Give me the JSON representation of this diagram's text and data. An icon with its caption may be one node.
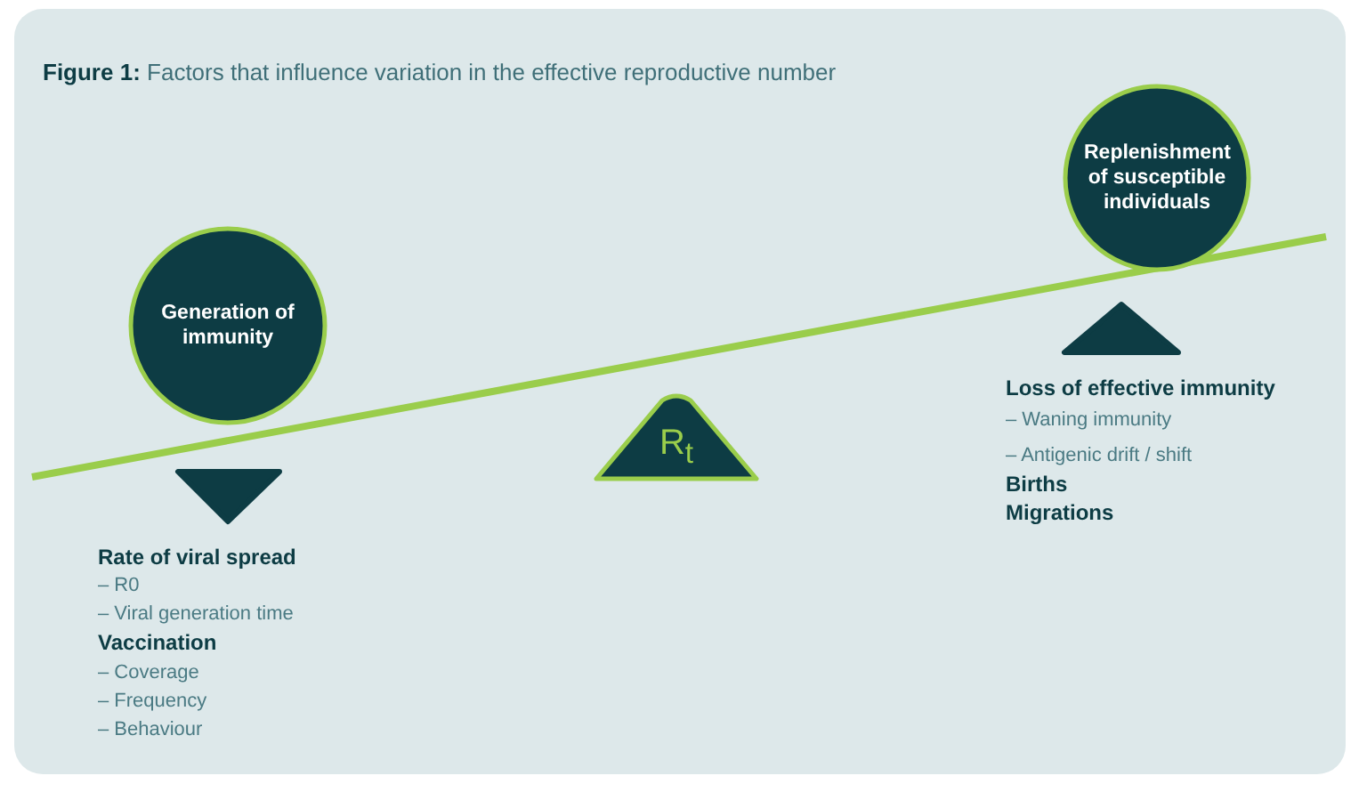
{
  "diagram": {
    "title": "**Figure 1:** Factors that influence variation in the effective reproductive number",
    "nodes": [
      {
        "text": [
          "Generation of immunity"
        ]
      },
      {
        "text": [
          "Replenishment of susceptible individuals"
        ]
      },
      {
        "text": [
          "R$_{t}$"
        ]
      }
    ],
    "edges": [],
    "labels": [
      "Loss of effective immunity",
      "– Waning immunity",
      "– Antigenic drift / shift",
      "Births",
      "Migrations",
      "Rate of viral spread",
      "– R0",
      "– Viral generation time",
      "Vaccination",
      "– Coverage",
      "– Frequency",
      "– Behaviour"
    ]
  }
}
